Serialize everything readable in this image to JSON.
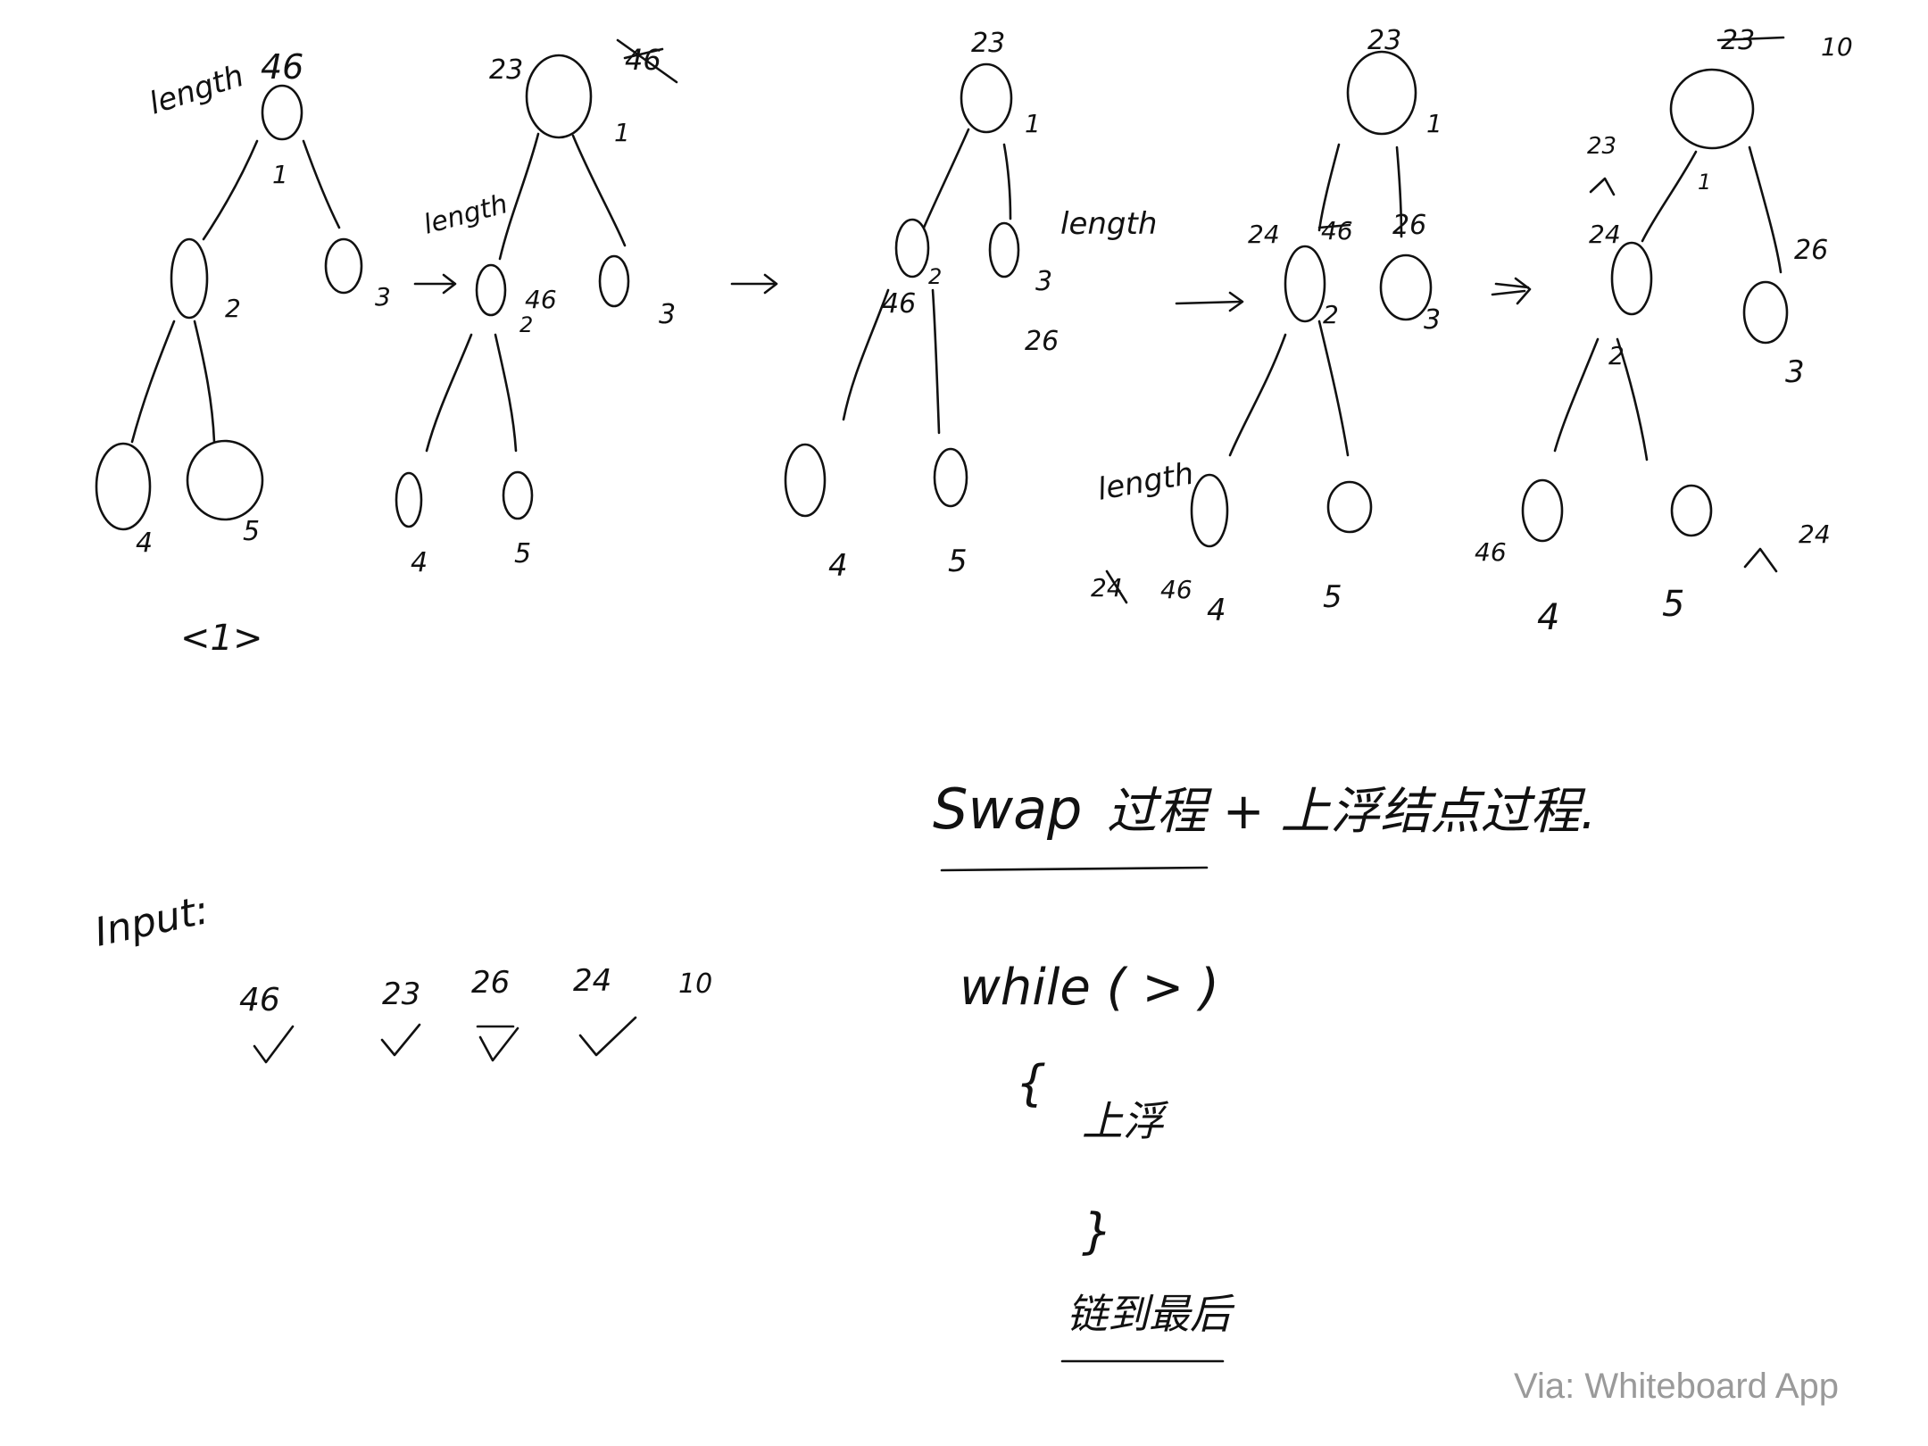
{
  "watermark": "Via: Whiteboard App",
  "colors": {
    "ink": "#111111",
    "watermark": "#9a9a9a",
    "background": "#ffffff"
  },
  "trees": [
    {
      "step": "1",
      "nodes": [
        {
          "index": "1",
          "value": "46"
        },
        {
          "index": "2",
          "value": ""
        },
        {
          "index": "3",
          "value": ""
        },
        {
          "index": "4",
          "value": ""
        },
        {
          "index": "5",
          "value": ""
        }
      ],
      "notes": [
        "length",
        "<1>"
      ]
    },
    {
      "step": "2",
      "nodes": [
        {
          "index": "1",
          "value": "23"
        },
        {
          "index": "2",
          "value": "46"
        },
        {
          "index": "3",
          "value": ""
        },
        {
          "index": "4",
          "value": ""
        },
        {
          "index": "5",
          "value": ""
        }
      ],
      "notes": [
        "length",
        "46"
      ]
    },
    {
      "step": "3",
      "nodes": [
        {
          "index": "1",
          "value": "23"
        },
        {
          "index": "2",
          "value": "46"
        },
        {
          "index": "3",
          "value": "26"
        },
        {
          "index": "4",
          "value": ""
        },
        {
          "index": "5",
          "value": ""
        }
      ],
      "notes": [
        "length"
      ]
    },
    {
      "step": "4",
      "nodes": [
        {
          "index": "1",
          "value": "23"
        },
        {
          "index": "2",
          "value": "24"
        },
        {
          "index": "3",
          "value": "26"
        },
        {
          "index": "4",
          "value": "46"
        },
        {
          "index": "5",
          "value": ""
        }
      ],
      "notes": [
        "length",
        "24",
        "46",
        "length"
      ]
    },
    {
      "step": "5",
      "nodes": [
        {
          "index": "1",
          "value": "10"
        },
        {
          "index": "2",
          "value": "24"
        },
        {
          "index": "3",
          "value": "26"
        },
        {
          "index": "4",
          "value": "46"
        },
        {
          "index": "5",
          "value": "24"
        }
      ],
      "notes": [
        "23",
        "23"
      ]
    }
  ],
  "inputs": {
    "label": "Input:",
    "values": [
      "46",
      "23",
      "26",
      "24",
      "10"
    ],
    "checked": [
      true,
      true,
      true,
      true,
      false
    ]
  },
  "notes": {
    "title_swap": "Swap",
    "title_rest": "过程 + 上浮结点过程.",
    "while": "while (   >   )",
    "brace_open": "{",
    "body": "上浮",
    "brace_close": "}",
    "footer": "链到最后"
  }
}
